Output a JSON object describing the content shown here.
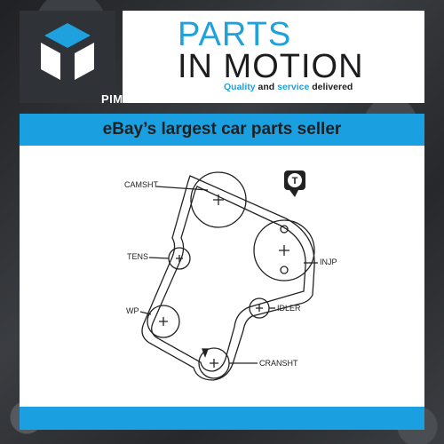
{
  "logo": {
    "text": "PIM",
    "icon": "cube-icon"
  },
  "brand": {
    "line1": "PARTS",
    "line2": "IN MOTION",
    "tagline": {
      "word1": "Quality",
      "and": " and ",
      "word2": "service",
      "rest": " delivered"
    }
  },
  "banner": {
    "text": "eBay’s largest car parts seller"
  },
  "diagram": {
    "labels": {
      "camshaft": "CAMSHT",
      "tensioner": "TENS",
      "water_pump": "WP",
      "injection_pump": "INJP",
      "idler": "IDLER",
      "crankshaft": "CRANSHT",
      "timing_marker": "T"
    }
  },
  "colors": {
    "accent": "#1a9fe0",
    "brand_blue": "#1ea1dc",
    "dark": "#1d1d1f"
  }
}
